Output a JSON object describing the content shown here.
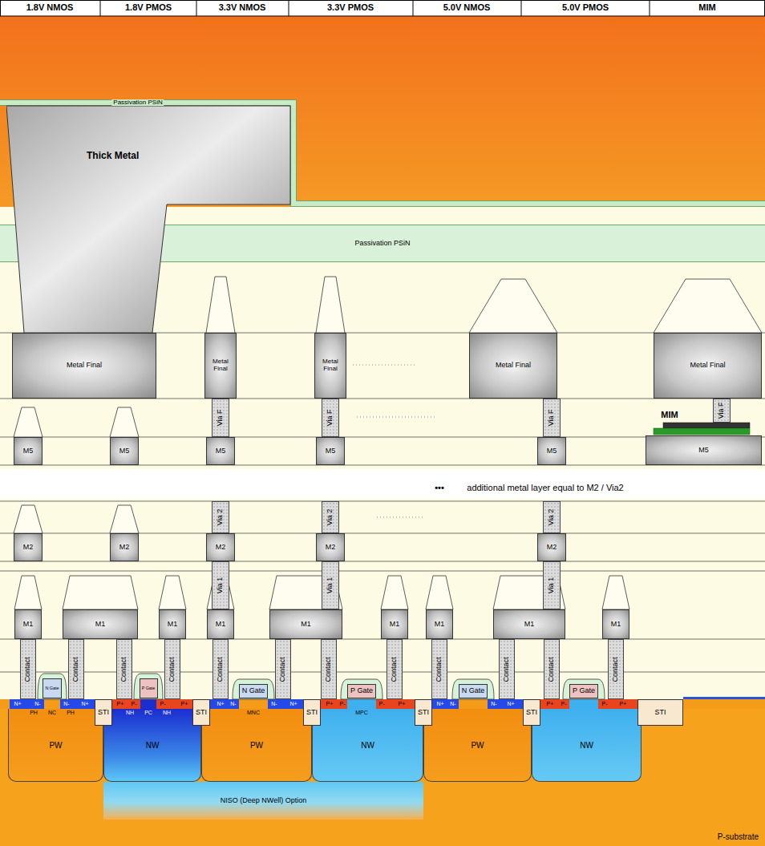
{
  "diagram": {
    "nodes": [
      {
        "text": [
          "Thick Metal"
        ]
      },
      {
        "text": [
          "Passivation PSiN"
        ]
      },
      {
        "text": [
          "Metal Final"
        ]
      },
      {
        "text": [
          "Metal Final"
        ]
      },
      {
        "text": [
          "Metal Final"
        ]
      },
      {
        "text": [
          "Metal Final"
        ]
      },
      {
        "text": [
          "Metal Final"
        ]
      },
      {
        "text": [
          "Via F"
        ]
      },
      {
        "text": [
          "Via F"
        ]
      },
      {
        "text": [
          "Via F"
        ]
      },
      {
        "text": [
          "Via F"
        ]
      },
      {
        "text": [
          "M5"
        ]
      },
      {
        "text": [
          "M5"
        ]
      },
      {
        "text": [
          "M5"
        ]
      },
      {
        "text": [
          "M5"
        ]
      },
      {
        "text": [
          "M5"
        ]
      },
      {
        "text": [
          "M5"
        ]
      },
      {
        "text": [
          "Via 2"
        ]
      },
      {
        "text": [
          "Via 2"
        ]
      },
      {
        "text": [
          "Via 2"
        ]
      },
      {
        "text": [
          "M2"
        ]
      },
      {
        "text": [
          "M2"
        ]
      },
      {
        "text": [
          "M2"
        ]
      },
      {
        "text": [
          "M2"
        ]
      },
      {
        "text": [
          "M2"
        ]
      },
      {
        "text": [
          "Via 1"
        ]
      },
      {
        "text": [
          "Via 1"
        ]
      },
      {
        "text": [
          "Via 1"
        ]
      },
      {
        "text": [
          "M1"
        ]
      },
      {
        "text": [
          "M1"
        ]
      },
      {
        "text": [
          "M1"
        ]
      },
      {
        "text": [
          "M1"
        ]
      },
      {
        "text": [
          "M1"
        ]
      },
      {
        "text": [
          "M1"
        ]
      },
      {
        "text": [
          "M1"
        ]
      },
      {
        "text": [
          "M1"
        ]
      },
      {
        "text": [
          "M1"
        ]
      },
      {
        "text": [
          "Contact"
        ]
      },
      {
        "text": [
          "Contact"
        ]
      },
      {
        "text": [
          "Contact"
        ]
      },
      {
        "text": [
          "Contact"
        ]
      },
      {
        "text": [
          "Contact"
        ]
      },
      {
        "text": [
          "Contact"
        ]
      },
      {
        "text": [
          "Contact"
        ]
      },
      {
        "text": [
          "Contact"
        ]
      },
      {
        "text": [
          "Contact"
        ]
      },
      {
        "text": [
          "Contact"
        ]
      },
      {
        "text": [
          "Contact"
        ]
      },
      {
        "text": [
          "Contact"
        ]
      },
      {
        "text": [
          "N Gate"
        ]
      },
      {
        "text": [
          "P Gate"
        ]
      },
      {
        "text": [
          "N Gate"
        ]
      },
      {
        "text": [
          "P Gate"
        ]
      },
      {
        "text": [
          "N Gate"
        ]
      },
      {
        "text": [
          "P Gate"
        ]
      },
      {
        "text": [
          "P-substrate"
        ]
      },
      {
        "text": [
          "PW"
        ],
        "in": 55
      },
      {
        "text": [
          "NW"
        ],
        "in": 55
      },
      {
        "text": [
          "PW"
        ],
        "in": 55
      },
      {
        "text": [
          "NW"
        ],
        "in": 55
      },
      {
        "text": [
          "PW"
        ],
        "in": 55
      },
      {
        "text": [
          "NW"
        ],
        "in": 55
      },
      {
        "text": [
          "NISO (Deep NWell) Option"
        ],
        "in": 55
      },
      {
        "text": [
          "STI"
        ],
        "in": 55
      },
      {
        "text": [
          "STI"
        ],
        "in": 55
      },
      {
        "text": [
          "STI"
        ],
        "in": 55
      },
      {
        "text": [
          "STI"
        ],
        "in": 55
      },
      {
        "text": [
          "STI"
        ],
        "in": 55
      },
      {
        "text": [
          "STI"
        ],
        "in": 55
      }
    ],
    "labels": [
      "1.8V NMOS",
      "1.8V PMOS",
      "3.3V NMOS",
      "3.3V PMOS",
      "5.0V NMOS",
      "5.0V PMOS",
      "MIM",
      "Passivation PSiN",
      "•••",
      "additional metal layer equal to M2 / Via2",
      "MIM",
      "N+",
      "N-",
      "N-",
      "N+",
      "PH",
      "NC",
      "PH",
      "P+",
      "P-",
      "P-",
      "P+",
      "NH",
      "PC",
      "NH",
      "N+",
      "N-",
      "MNC",
      "N-",
      "N+",
      "P+",
      "P-",
      "MPC",
      "P-",
      "P+",
      "N+",
      "N-",
      "N-",
      "N+",
      "P+",
      "P-",
      "P-",
      "P+"
    ]
  }
}
